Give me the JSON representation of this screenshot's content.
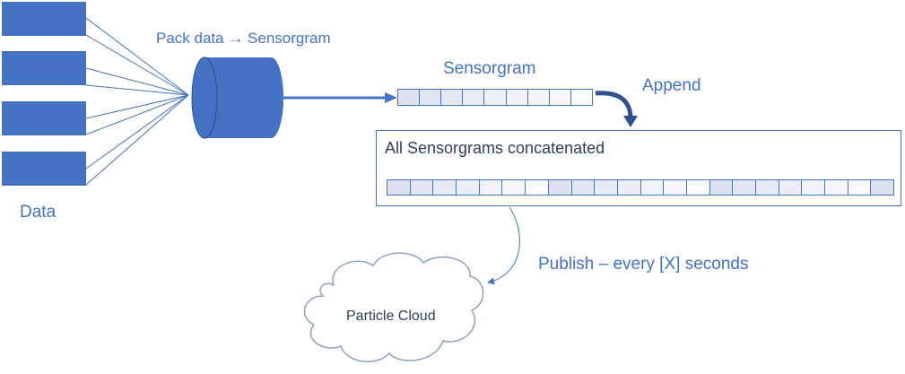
{
  "labels": {
    "pack": "Pack data → Sensorgram",
    "sensorgram": "Sensorgram",
    "append": "Append",
    "concat": "All Sensorgrams concatenated",
    "data": "Data",
    "publish": "Publish – every [X] seconds",
    "cloud": "Particle Cloud"
  },
  "data_block_count": 4,
  "sensorgram_cell_count": 9,
  "concat_cell_count": 22,
  "colors": {
    "accent": "#4472C4",
    "dark_text": "#2F3E5C",
    "cell_fill_start": "#DCE2F0",
    "cell_fill_end": "#FFFFFF"
  }
}
